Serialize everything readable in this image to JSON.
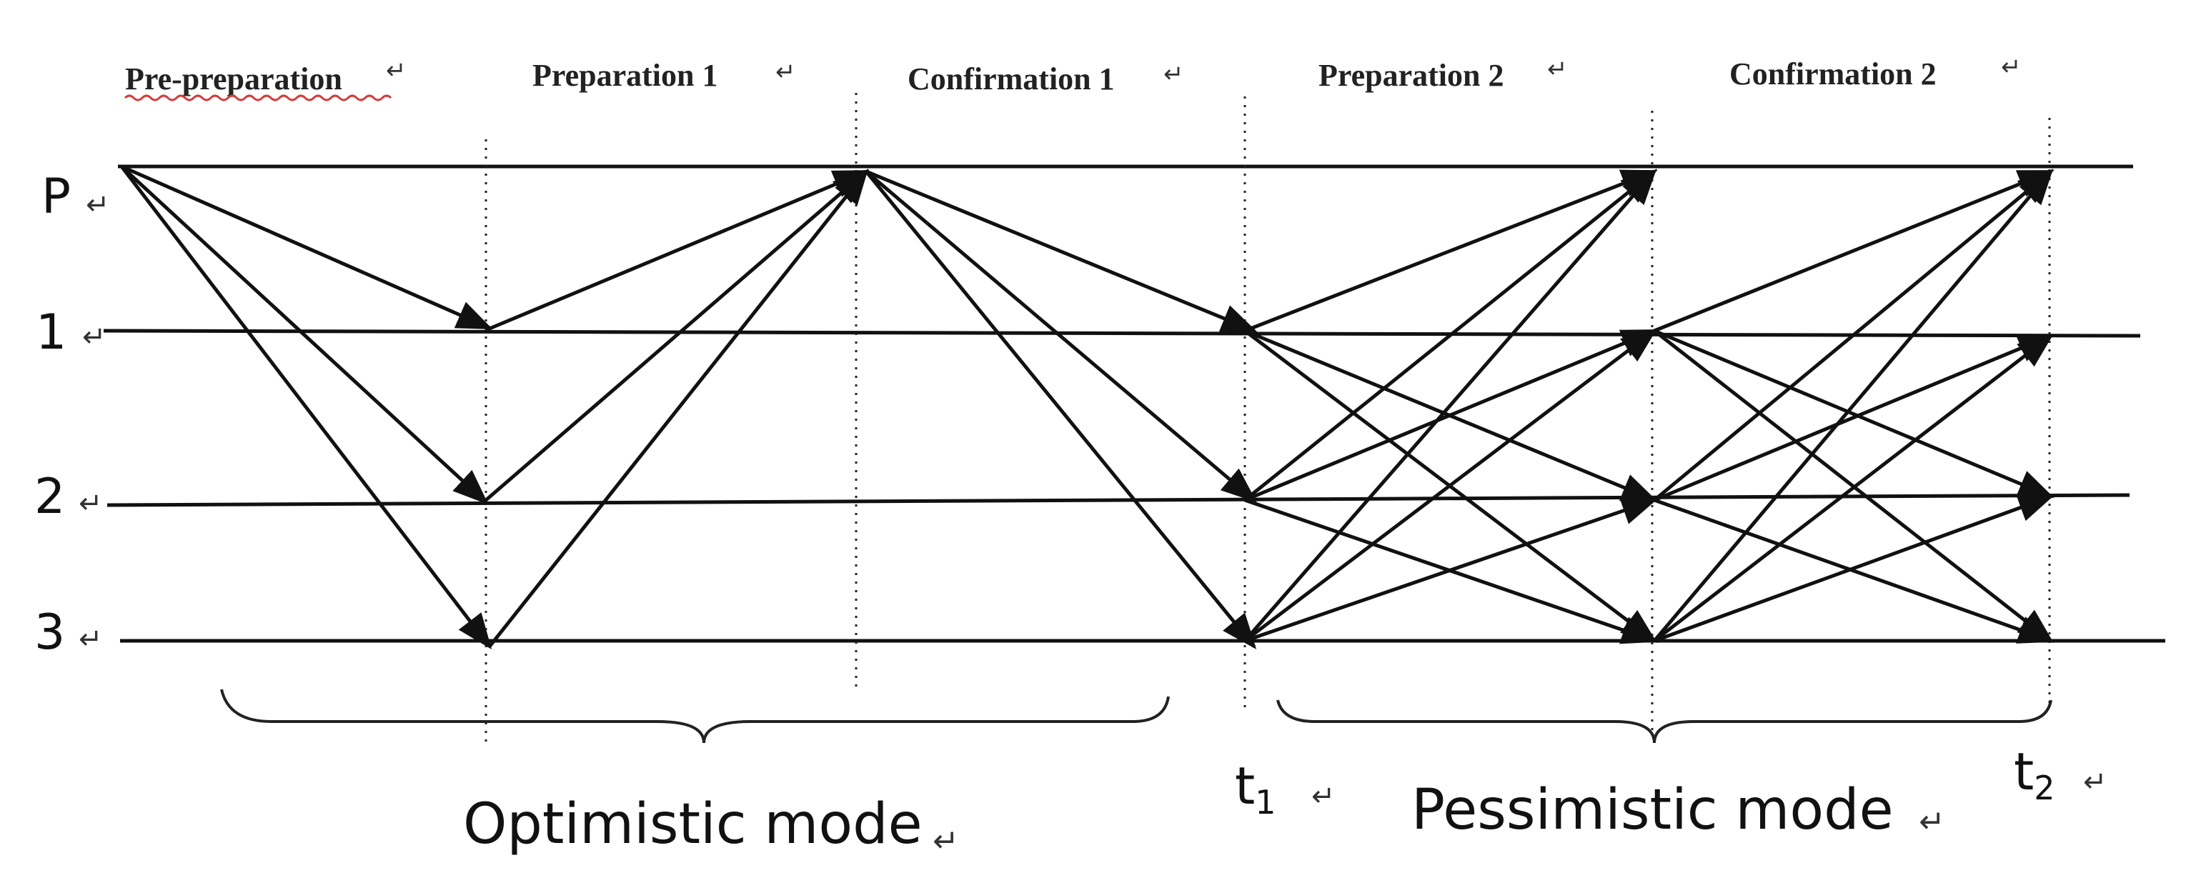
{
  "phases": [
    "Pre-preparation",
    "Preparation 1",
    "Confirmation 1",
    "Preparation 2",
    "Confirmation 2"
  ],
  "nodes": [
    "P",
    "1",
    "2",
    "3"
  ],
  "time_labels": {
    "t1": "t",
    "t1_sub": "1",
    "t2": "t",
    "t2_sub": "2"
  },
  "modes": {
    "optimistic": "Optimistic mode",
    "pessimistic": "Pessimistic mode"
  },
  "return_mark": "↵",
  "message_flows": [
    {
      "from": "P",
      "to": [
        "1",
        "2",
        "3"
      ]
    },
    {
      "from": [
        "1",
        "2",
        "3"
      ],
      "to": "P"
    },
    {
      "from": "P",
      "to": [
        "1",
        "2",
        "3"
      ]
    },
    {
      "from": [
        "1",
        "2",
        "3"
      ],
      "to": [
        "P",
        "1",
        "2",
        "3"
      ]
    },
    {
      "from": [
        "1",
        "2",
        "3"
      ],
      "to": [
        "P",
        "1",
        "2",
        "3"
      ]
    }
  ]
}
